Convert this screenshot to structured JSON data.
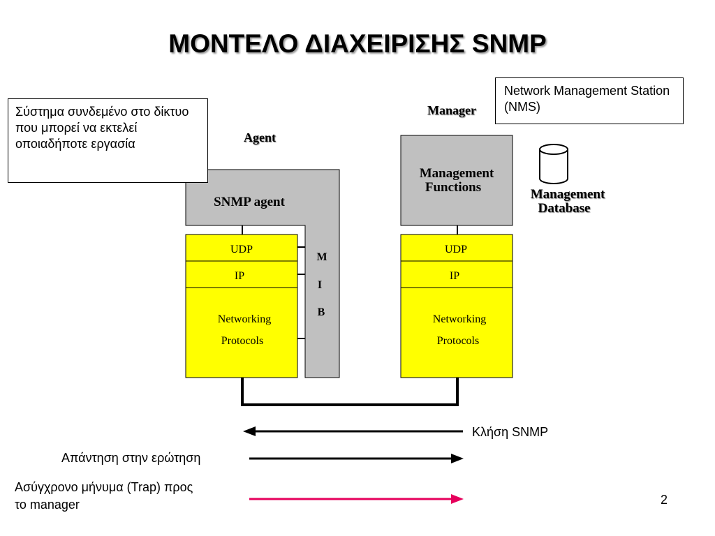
{
  "title": "ΜΟΝΤΕΛΟ ΔΙΑΧΕΙΡΙΣΗΣ SNMP",
  "callouts": {
    "agent_description": "Σύστημα συνδεμένο στο δίκτυο που μπορεί να εκτελεί οποιαδήποτε εργασία",
    "nms_description": "Network Management Station (NMS)"
  },
  "agent_side": {
    "label": "Agent",
    "snmp_agent": "SNMP agent",
    "mib": [
      "M",
      "I",
      "B"
    ],
    "udp": "UDP",
    "ip": "IP",
    "networking_line1": "Networking",
    "networking_line2": "Protocols"
  },
  "manager_side": {
    "label": "Manager",
    "functions_line1": "Management",
    "functions_line2": "Functions",
    "database_line1": "Management",
    "database_line2": "Database",
    "udp": "UDP",
    "ip": "IP",
    "networking_line1": "Networking",
    "networking_line2": "Protocols"
  },
  "legend": {
    "snmp_request": "Κλήση SNMP",
    "response": "Απάντηση στην ερώτηση",
    "trap_line1": "Ασύγχρονο μήνυμα (Trap) προς",
    "trap_line2": "το manager"
  },
  "colors": {
    "yellow": "#ffff00",
    "gray": "#c0c0c0",
    "trap_arrow": "#e6005c",
    "black": "#000000"
  },
  "page_number": "2"
}
